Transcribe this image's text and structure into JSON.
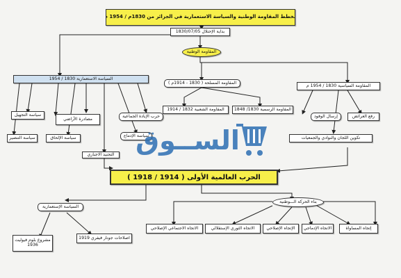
{
  "title": "مخطط المقاومة الوطنية والسياسة الاستعمارية في الجزائر من 1830م / 1954 م",
  "occupation_start": "بداية الإحتلال 1830/07/05",
  "national_resistance": "المقاومة الوطنية",
  "colonial_policy": "السياسة الاستعمارية 1830 / 1954",
  "armed_resistance": "المقاومة المسلحة ( 1830 - 1914م )",
  "political_resistance": "المقاومة السياسية 1830 / 1954 م",
  "popular_resistance": "المقاومة الشعبية 1832 / 1914",
  "official_resistance": "المقاومة الرسمية 1830/ 1848",
  "petitions": "رفع العرائض",
  "delegations": "إرسال الوفود",
  "committees": "تكوين اللجان والنوادي والجمعيات",
  "ignorance_policy": "سياسة التجهيل",
  "land_confiscation": "مصادرة الأراضي",
  "genocide": "حرب الإبادة الجماعية",
  "christianization": "سياسة التنصير",
  "annexation": "سياسة الإلحاق",
  "integration": "سياسة الإدماج",
  "conscription": "التجنيد الاجباري",
  "ww1": "الحرب العالمية الأولى ( 1914 / 1918 )",
  "colonial_policy_2": "السياسة الإستعمارية",
  "national_movement": "بناء الحركة الـــوطنية",
  "blum_violette": "مشروع بلوم فيوليت 1936",
  "jonnart": "اصلاحات جونار فيفري 1919",
  "trends": [
    "الاتجاه الاجتماعي الإصلاحي",
    "الاتجاه الثوري الإستقلالي",
    "الإتجاه الإصلاحي",
    "الاتجاه الإدماجي",
    "إتجاه المساواة"
  ],
  "watermark": "الســوق",
  "colors": {
    "yellow": "#f7ef4a",
    "blue": "#cfe0f0",
    "brand": "#2d6fb3"
  }
}
